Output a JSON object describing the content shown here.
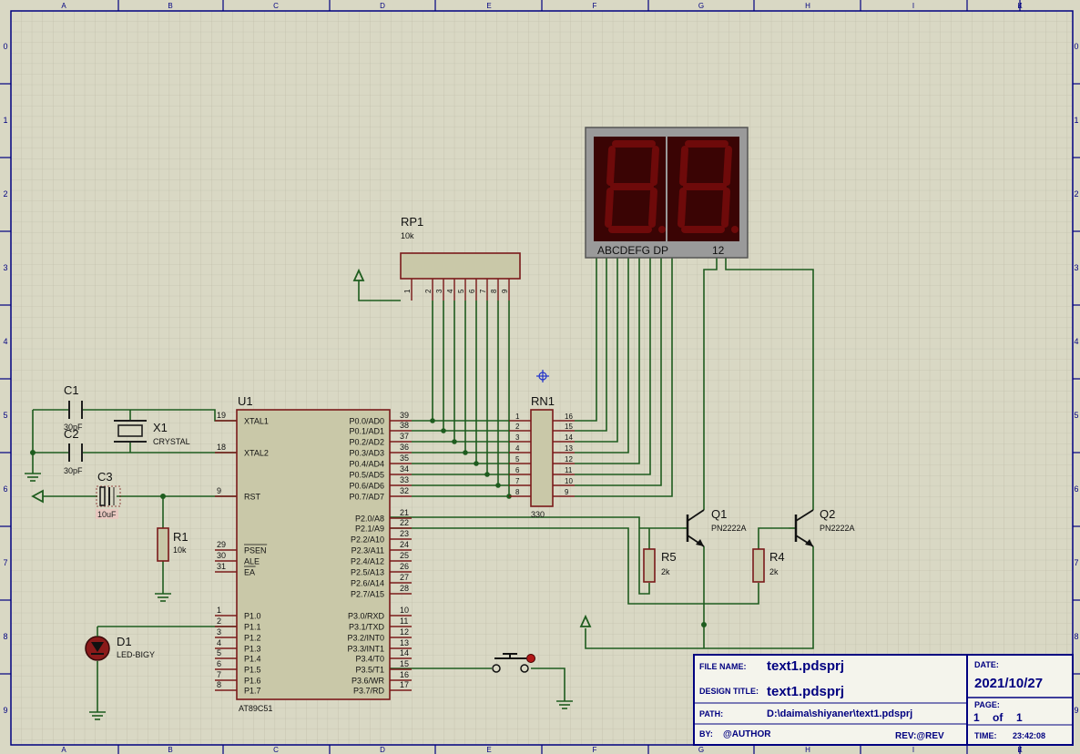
{
  "sheet": {
    "col_labels": [
      "A",
      "B",
      "C",
      "D",
      "E",
      "F",
      "G",
      "H",
      "I",
      "J",
      "K"
    ],
    "row_labels": [
      "0",
      "1",
      "2",
      "3",
      "4",
      "5",
      "6",
      "7",
      "8",
      "9"
    ]
  },
  "u1": {
    "ref": "U1",
    "part": "AT89C51",
    "left_pins": [
      {
        "num": "19",
        "name": "XTAL1"
      },
      {
        "num": "18",
        "name": "XTAL2"
      },
      {
        "num": "9",
        "name": "RST"
      },
      {
        "num": "29",
        "name": "PSEN"
      },
      {
        "num": "30",
        "name": "ALE"
      },
      {
        "num": "31",
        "name": "EA"
      },
      {
        "num": "1",
        "name": "P1.0"
      },
      {
        "num": "2",
        "name": "P1.1"
      },
      {
        "num": "3",
        "name": "P1.2"
      },
      {
        "num": "4",
        "name": "P1.3"
      },
      {
        "num": "5",
        "name": "P1.4"
      },
      {
        "num": "6",
        "name": "P1.5"
      },
      {
        "num": "7",
        "name": "P1.6"
      },
      {
        "num": "8",
        "name": "P1.7"
      }
    ],
    "right_pins": [
      {
        "num": "39",
        "name": "P0.0/AD0"
      },
      {
        "num": "38",
        "name": "P0.1/AD1"
      },
      {
        "num": "37",
        "name": "P0.2/AD2"
      },
      {
        "num": "36",
        "name": "P0.3/AD3"
      },
      {
        "num": "35",
        "name": "P0.4/AD4"
      },
      {
        "num": "34",
        "name": "P0.5/AD5"
      },
      {
        "num": "33",
        "name": "P0.6/AD6"
      },
      {
        "num": "32",
        "name": "P0.7/AD7"
      },
      {
        "num": "21",
        "name": "P2.0/A8"
      },
      {
        "num": "22",
        "name": "P2.1/A9"
      },
      {
        "num": "23",
        "name": "P2.2/A10"
      },
      {
        "num": "24",
        "name": "P2.3/A11"
      },
      {
        "num": "25",
        "name": "P2.4/A12"
      },
      {
        "num": "26",
        "name": "P2.5/A13"
      },
      {
        "num": "27",
        "name": "P2.6/A14"
      },
      {
        "num": "28",
        "name": "P2.7/A15"
      },
      {
        "num": "10",
        "name": "P3.0/RXD"
      },
      {
        "num": "11",
        "name": "P3.1/TXD"
      },
      {
        "num": "12",
        "name": "P3.2/INT0"
      },
      {
        "num": "13",
        "name": "P3.3/INT1"
      },
      {
        "num": "14",
        "name": "P3.4/T0"
      },
      {
        "num": "15",
        "name": "P3.5/T1"
      },
      {
        "num": "16",
        "name": "P3.6/WR"
      },
      {
        "num": "17",
        "name": "P3.7/RD"
      }
    ]
  },
  "components": {
    "c1": {
      "ref": "C1",
      "value": "30pF"
    },
    "c2": {
      "ref": "C2",
      "value": "30pF"
    },
    "c3": {
      "ref": "C3",
      "value": "10uF"
    },
    "x1": {
      "ref": "X1",
      "value": "CRYSTAL"
    },
    "r1": {
      "ref": "R1",
      "value": "10k"
    },
    "d1": {
      "ref": "D1",
      "value": "LED-BIGY"
    },
    "rp1": {
      "ref": "RP1",
      "value": "10k",
      "pins": [
        "1",
        "2",
        "3",
        "4",
        "5",
        "6",
        "7",
        "8",
        "9"
      ]
    },
    "rn1": {
      "ref": "RN1",
      "value": "330",
      "left_pins": [
        "1",
        "2",
        "3",
        "4",
        "5",
        "6",
        "7",
        "8"
      ],
      "right_pins": [
        "16",
        "15",
        "14",
        "13",
        "12",
        "11",
        "10",
        "9"
      ]
    },
    "q1": {
      "ref": "Q1",
      "value": "PN2222A"
    },
    "q2": {
      "ref": "Q2",
      "value": "PN2222A"
    },
    "r4": {
      "ref": "R4",
      "value": "2k"
    },
    "r5": {
      "ref": "R5",
      "value": "2k"
    },
    "display": {
      "segments_label": "ABCDEFG DP",
      "digits_label": "12"
    }
  },
  "title_block": {
    "file_name_label": "FILE NAME:",
    "file_name": "text1.pdsprj",
    "design_title_label": "DESIGN TITLE:",
    "design_title": "text1.pdsprj",
    "path_label": "PATH:",
    "path": "D:\\daima\\shiyaner\\text1.pdsprj",
    "by_label": "BY:",
    "author": "@AUTHOR",
    "rev": "REV:@REV",
    "date_label": "DATE:",
    "date": "2021/10/27",
    "page_label": "PAGE:",
    "page": "1",
    "of_label": "of",
    "page_total": "1",
    "time_label": "TIME:",
    "time": "23:42:08"
  }
}
